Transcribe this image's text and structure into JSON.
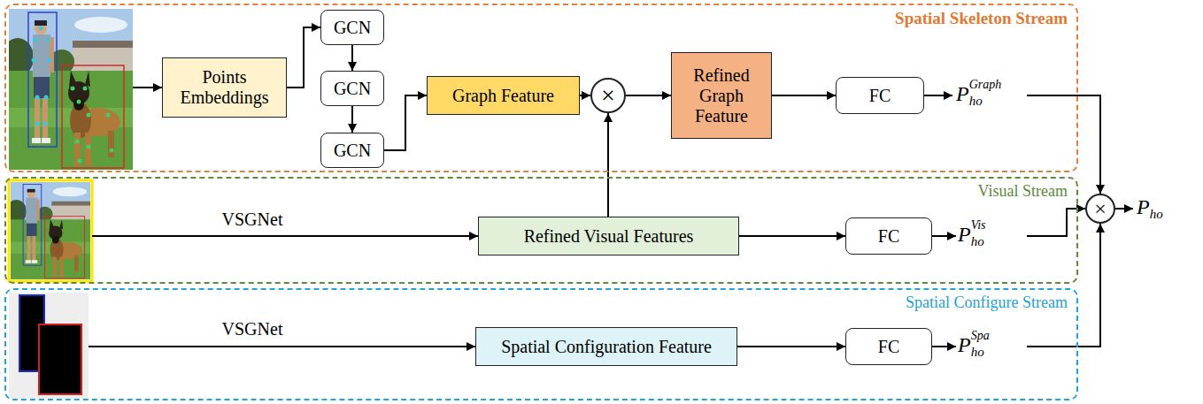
{
  "diagram": {
    "nodes": [
      {
        "text": [
          "Spatial Skeleton Stream"
        ]
      },
      {
        "text": [
          "Points Embeddings"
        ],
        "in": 0
      },
      {
        "text": [
          "GCN"
        ],
        "in": 0
      },
      {
        "text": [
          "GCN"
        ],
        "in": 0
      },
      {
        "text": [
          "GCN"
        ],
        "in": 0
      },
      {
        "text": [
          "Graph Feature"
        ],
        "in": 0
      },
      {
        "text": [
          "×"
        ],
        "in": 0
      },
      {
        "text": [
          "Refined Graph Feature"
        ],
        "in": 0
      },
      {
        "text": [
          "FC"
        ],
        "in": 0
      },
      {
        "text": [
          "Visual Stream"
        ]
      },
      {
        "text": [
          "Refined Visual Features"
        ],
        "in": 9
      },
      {
        "text": [
          "FC"
        ],
        "in": 9
      },
      {
        "text": [
          "Spatial Configure Stream"
        ]
      },
      {
        "text": [
          "Spatial Configuration Feature"
        ],
        "in": 12
      },
      {
        "text": [
          "FC"
        ],
        "in": 12
      },
      {
        "text": [
          "×"
        ]
      }
    ],
    "edges": [
      {
        "from": 1,
        "to": 2,
        "arrow": "to"
      },
      {
        "from": 2,
        "to": 3,
        "arrow": "to"
      },
      {
        "from": 3,
        "to": 4,
        "arrow": "to"
      },
      {
        "from": 4,
        "to": 5,
        "arrow": "to"
      },
      {
        "from": 5,
        "to": 6,
        "arrow": "to"
      },
      {
        "from": 10,
        "to": 6,
        "arrow": "to"
      },
      {
        "from": 6,
        "to": 7,
        "arrow": "to"
      },
      {
        "from": 7,
        "to": 8,
        "arrow": "to"
      },
      {
        "from": 10,
        "to": 11,
        "arrow": "to"
      },
      {
        "from": 13,
        "to": 14,
        "arrow": "to"
      }
    ],
    "labels": [
      "VSGNet",
      "VSGNet",
      "P",
      "ho",
      "Graph",
      "P",
      "ho",
      "Vis",
      "P",
      "ho",
      "Spa",
      "P",
      "ho"
    ]
  }
}
